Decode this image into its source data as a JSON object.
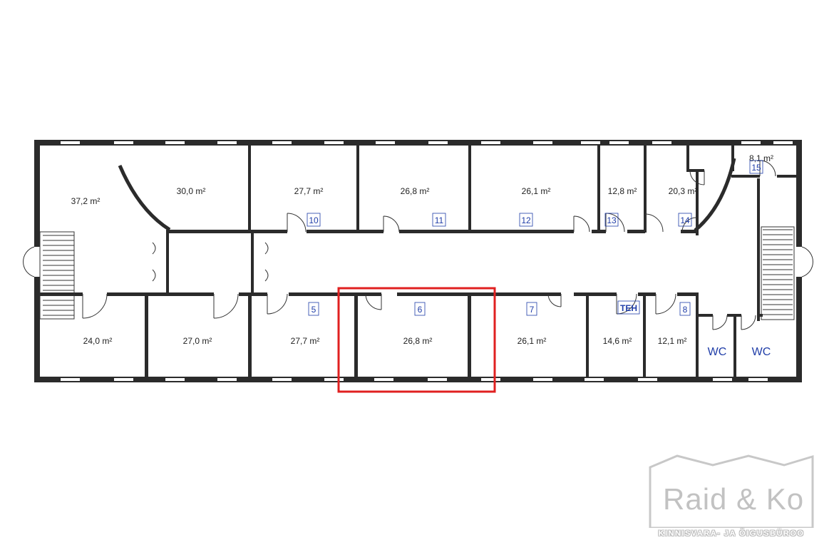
{
  "colors": {
    "wall": "#2b2b2b",
    "highlight": "#e02020",
    "label": "#1f3da8",
    "logo": "#c2c2c2"
  },
  "rooms": [
    {
      "id": "r-37",
      "area": "37,2",
      "unit": "m²"
    },
    {
      "id": "r-30",
      "area": "30,0",
      "unit": "m²"
    },
    {
      "id": "r-10",
      "area": "27,7",
      "unit": "m²",
      "number": "10"
    },
    {
      "id": "r-11",
      "area": "26,8",
      "unit": "m²",
      "number": "11"
    },
    {
      "id": "r-12",
      "area": "26,1",
      "unit": "m²",
      "number": "12"
    },
    {
      "id": "r-13",
      "area": "12,8",
      "unit": "m²",
      "number": "13"
    },
    {
      "id": "r-14",
      "area": "20,3",
      "unit": "m²",
      "number": "14"
    },
    {
      "id": "r-15",
      "area": "8,1",
      "unit": "m²",
      "number": "15"
    },
    {
      "id": "r-24",
      "area": "24,0",
      "unit": "m²"
    },
    {
      "id": "r-27",
      "area": "27,0",
      "unit": "m²"
    },
    {
      "id": "r-5",
      "area": "27,7",
      "unit": "m²",
      "number": "5"
    },
    {
      "id": "r-6",
      "area": "26,8",
      "unit": "m²",
      "number": "6",
      "highlighted": true
    },
    {
      "id": "r-7",
      "area": "26,1",
      "unit": "m²",
      "number": "7"
    },
    {
      "id": "r-teh",
      "area": "14,6",
      "unit": "m²",
      "number": "TEH"
    },
    {
      "id": "r-8",
      "area": "12,1",
      "unit": "m²",
      "number": "8"
    }
  ],
  "wc": [
    {
      "label": "WC"
    },
    {
      "label": "WC"
    }
  ],
  "logo": {
    "name": "Raid & Ko",
    "tagline": "KINNISVARA- JA ÕIGUSBÜROO"
  }
}
